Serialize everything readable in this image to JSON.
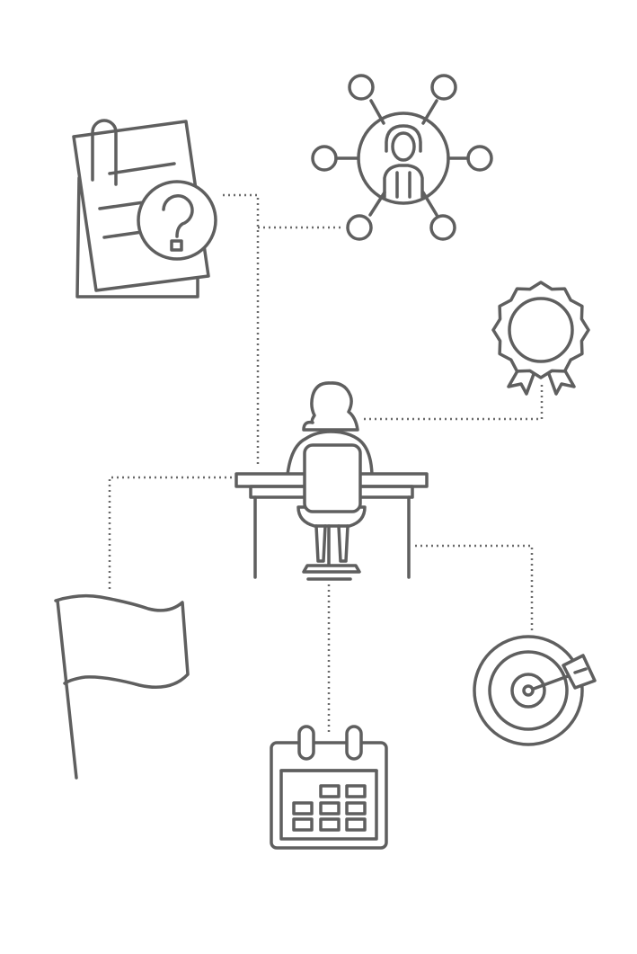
{
  "diagram": {
    "colors": {
      "line": "#5f5f5f",
      "connector": "#6a6a6a",
      "background": "#ffffff"
    },
    "nodes": [
      {
        "id": "worker",
        "icon": "person-at-desk-icon"
      },
      {
        "id": "document",
        "icon": "document-question-icon"
      },
      {
        "id": "network",
        "icon": "person-network-icon"
      },
      {
        "id": "award",
        "icon": "award-ribbon-icon"
      },
      {
        "id": "flag",
        "icon": "flag-icon"
      },
      {
        "id": "calendar",
        "icon": "calendar-icon"
      },
      {
        "id": "target",
        "icon": "target-arrow-icon"
      }
    ],
    "links": [
      {
        "from": "worker",
        "to": "document"
      },
      {
        "from": "worker",
        "to": "network"
      },
      {
        "from": "worker",
        "to": "award"
      },
      {
        "from": "worker",
        "to": "flag"
      },
      {
        "from": "worker",
        "to": "calendar"
      },
      {
        "from": "worker",
        "to": "target"
      }
    ]
  }
}
